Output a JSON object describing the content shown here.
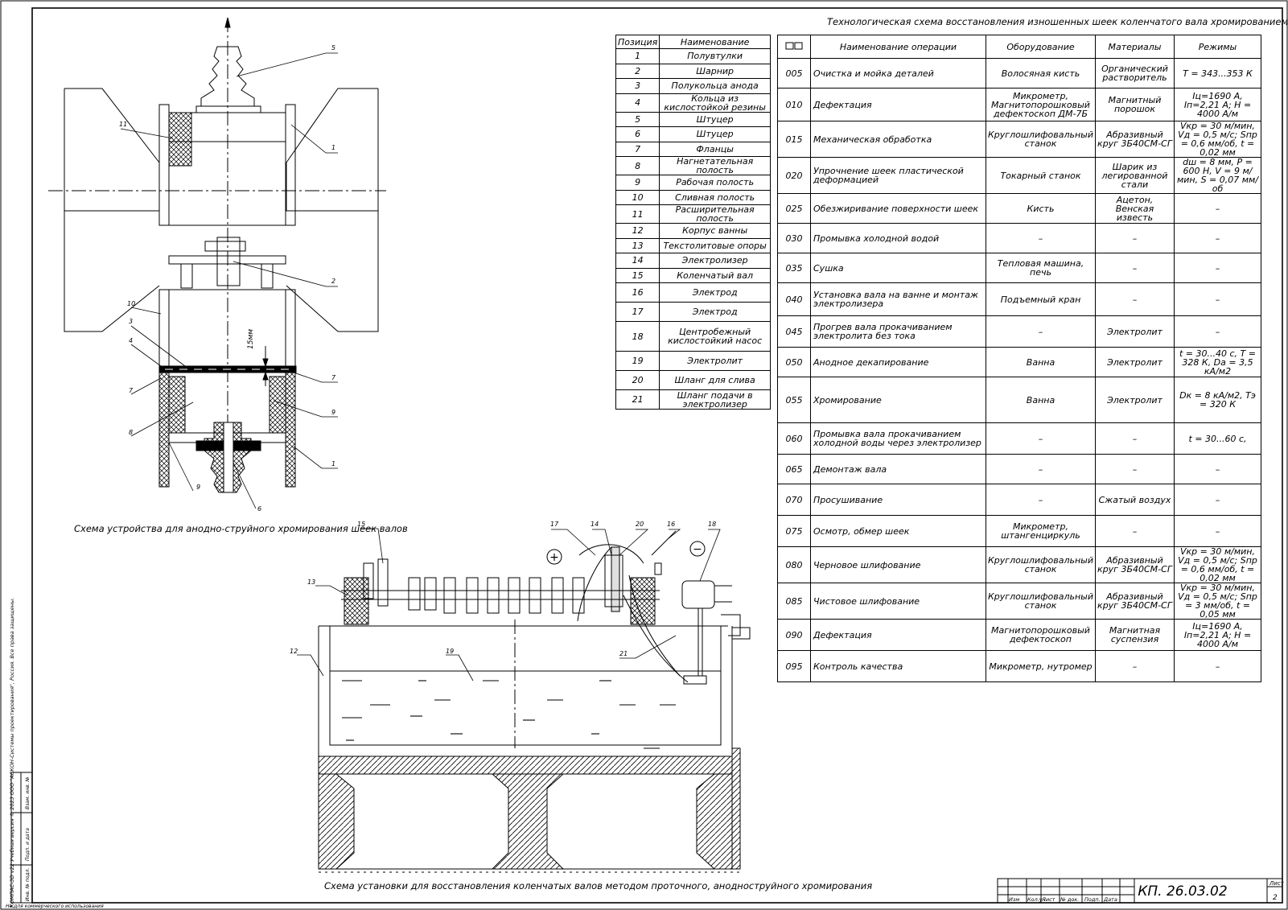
{
  "schema_title": "Технологическая схема восстановления изношенных шеек коленчатого вала хромированием",
  "positions_table": {
    "headers": [
      "Позиция",
      "Наименование"
    ],
    "rows": [
      [
        "1",
        "Полувтулки"
      ],
      [
        "2",
        "Шарнир"
      ],
      [
        "3",
        "Полукольца анода"
      ],
      [
        "4",
        "Кольца из кислостойкой резины"
      ],
      [
        "5",
        "Штуцер"
      ],
      [
        "6",
        "Штуцер"
      ],
      [
        "7",
        "Фланцы"
      ],
      [
        "8",
        "Нагнетательная полость"
      ],
      [
        "9",
        "Рабочая полость"
      ],
      [
        "10",
        "Сливная полость"
      ],
      [
        "11",
        "Расширительная полость"
      ],
      [
        "12",
        "Корпус ванны"
      ],
      [
        "13",
        "Текстолитовые опоры"
      ],
      [
        "14",
        "Электролизер"
      ],
      [
        "15",
        "Коленчатый вал"
      ],
      [
        "16",
        "Электрод"
      ],
      [
        "17",
        "Электрод"
      ],
      [
        "18",
        "Центробежный кислостойкий насос"
      ],
      [
        "19",
        "Электролит"
      ],
      [
        "20",
        "Шланг для слива"
      ],
      [
        "21",
        "Шланг подачи в электролизер"
      ]
    ]
  },
  "operations_table": {
    "headers": [
      "№",
      "Наименование операции",
      "Оборудование",
      "Материалы",
      "Режимы"
    ],
    "rows": [
      [
        "005",
        "Очистка и мойка деталей",
        "Волосяная кисть",
        "Органический растворитель",
        "Т = 343...353 К"
      ],
      [
        "010",
        "Дефектация",
        "Микрометр, Магнитопорошковый дефектоскоп ДМ-7Б",
        "Магнитный порошок",
        "Iц=1690 А, Iп=2,21 А; Н = 4000 А/м"
      ],
      [
        "015",
        "Механическая обработка",
        "Круглошлифовальный станок",
        "Абразивный круг 3Б40СМ-СГ",
        "Vкр = 30 м/мин, Vд = 0,5 м/с; Sпр = 0,6 мм/об, t = 0,02 мм"
      ],
      [
        "020",
        "Упрочнение шеек пластической деформацией",
        "Токарный станок",
        "Шарик из легированной стали",
        "dш = 8 мм, Р = 600 Н, V = 9 м/мин, S = 0,07 мм/об"
      ],
      [
        "025",
        "Обезжиривание поверхности шеек",
        "Кисть",
        "Ацетон, Венская известь",
        "–"
      ],
      [
        "030",
        "Промывка холодной водой",
        "–",
        "–",
        "–"
      ],
      [
        "035",
        "Сушка",
        "Тепловая машина, печь",
        "–",
        "–"
      ],
      [
        "040",
        "Установка вала на ванне и монтаж электролизера",
        "Подъемный кран",
        "–",
        "–"
      ],
      [
        "045",
        "Прогрев вала прокачиванием электролита без тока",
        "–",
        "Электролит",
        "–"
      ],
      [
        "050",
        "Анодное декапирование",
        "Ванна",
        "Электролит",
        "t = 30...40 с, Т = 328 К, Dа = 3,5 кА/м2"
      ],
      [
        "055",
        "Хромирование",
        "Ванна",
        "Электролит",
        "Dк = 8 кА/м2, Тэ = 320 К"
      ],
      [
        "060",
        "Промывка вала прокачиванием холодной воды через электролизер",
        "–",
        "–",
        "t = 30...60 с,"
      ],
      [
        "065",
        "Демонтаж вала",
        "–",
        "–",
        "–"
      ],
      [
        "070",
        "Просушивание",
        "–",
        "Сжатый воздух",
        "–"
      ],
      [
        "075",
        "Осмотр, обмер шеек",
        "Микрометр, штангенциркуль",
        "–",
        "–"
      ],
      [
        "080",
        "Черновое шлифование",
        "Круглошлифовальный станок",
        "Абразивный круг 3Б40СМ-СГ",
        "Vкр = 30 м/мин, Vд = 0,5 м/с; Sпр = 0,6 мм/об, t = 0,02 мм"
      ],
      [
        "085",
        "Чистовое шлифование",
        "Круглошлифовальный станок",
        "Абразивный круг 3Б40СМ-СГ",
        "Vкр = 30 м/мин, Vд = 0,5 м/с; Sпр = 3 мм/об, t = 0,05 мм"
      ],
      [
        "090",
        "Дефектация",
        "Магнитопорошковый дефектоскоп",
        "Магнитная суспензия",
        "Iц=1690 А, Iп=2,21 А; Н = 4000 А/м"
      ],
      [
        "095",
        "Контроль качества",
        "Микрометр, нутромер",
        "–",
        "–"
      ]
    ]
  },
  "captions": {
    "device": "Схема устройства для анодно-струйного хромирования шеек валов",
    "installation": "Схема установки для восстановления коленчатых валов методом проточного, анодноструйного хромирования"
  },
  "drawing_labels": {
    "dimension": "15мм",
    "plus": "+",
    "minus": "−",
    "device_callouts": [
      "5",
      "11",
      "1",
      "2",
      "10",
      "3",
      "4",
      "7",
      "7",
      "8",
      "9",
      "9",
      "1",
      "6"
    ],
    "install_callouts": [
      "15",
      "17",
      "14",
      "20",
      "16",
      "18",
      "13",
      "12",
      "19",
      "21"
    ]
  },
  "title_block": {
    "code": "КП. 26.03.02",
    "sheet_label": "Лист",
    "sheet_number": "2",
    "columns": [
      "Изм",
      "Кол.уч",
      "Лист",
      "№ док.",
      "Подп.",
      "Дата"
    ]
  },
  "left_margin": {
    "notice": "КОМПАС-3D v22 Учебная версия © 2023 ООО \"АСКОН-Системы проектирования\", Россия. Все права защищены.",
    "non_commercial": "Не для коммерческого использования",
    "stamp_labels": [
      "Инв. № подл.",
      "Подп. и дата",
      "Взам. инв. №"
    ]
  }
}
